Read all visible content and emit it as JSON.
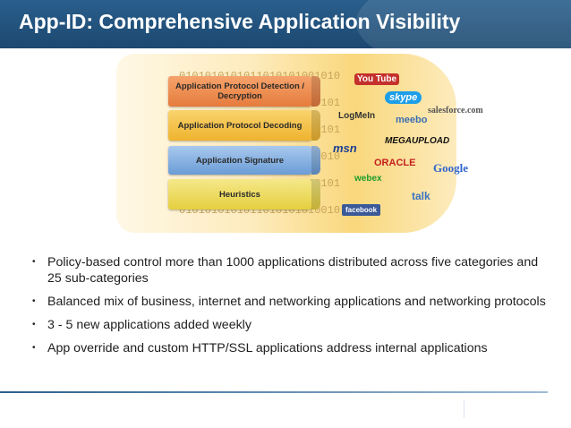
{
  "header": {
    "title": "App-ID: Comprehensive Application Visibility",
    "background_color": "#1c4870"
  },
  "diagram": {
    "layers": [
      {
        "label": "Application Protocol Detection / Decryption",
        "color": "#e57b3c"
      },
      {
        "label": "Application Protocol Decoding",
        "color": "#efb32f"
      },
      {
        "label": "Application Signature",
        "color": "#6a9cd6"
      },
      {
        "label": "Heuristics",
        "color": "#e5cf3e"
      }
    ],
    "binary_rows": [
      "0101010101011010101001010",
      "1010101010101010101010101",
      "0010101010101010101010101",
      "0101010101011010101001010",
      "1010101010101010101010101",
      "0101010101011010101010010"
    ],
    "logos": {
      "youtube": "You Tube",
      "skype": "skype",
      "salesforce": "salesforce.com",
      "logmein": "LogMeIn",
      "meebo": "meebo",
      "megaupload": "MEGAUPLOAD",
      "msn": "msn",
      "oracle": "ORACLE",
      "google": "Google",
      "webex": "webex",
      "talk": "talk",
      "facebook": "facebook"
    }
  },
  "bullets": [
    "Policy-based control more than 1000 applications distributed across five categories and 25 sub-categories",
    "Balanced mix of business, internet and networking applications and networking protocols",
    "3 - 5 new applications added weekly",
    "App override and custom HTTP/SSL applications address internal applications"
  ]
}
